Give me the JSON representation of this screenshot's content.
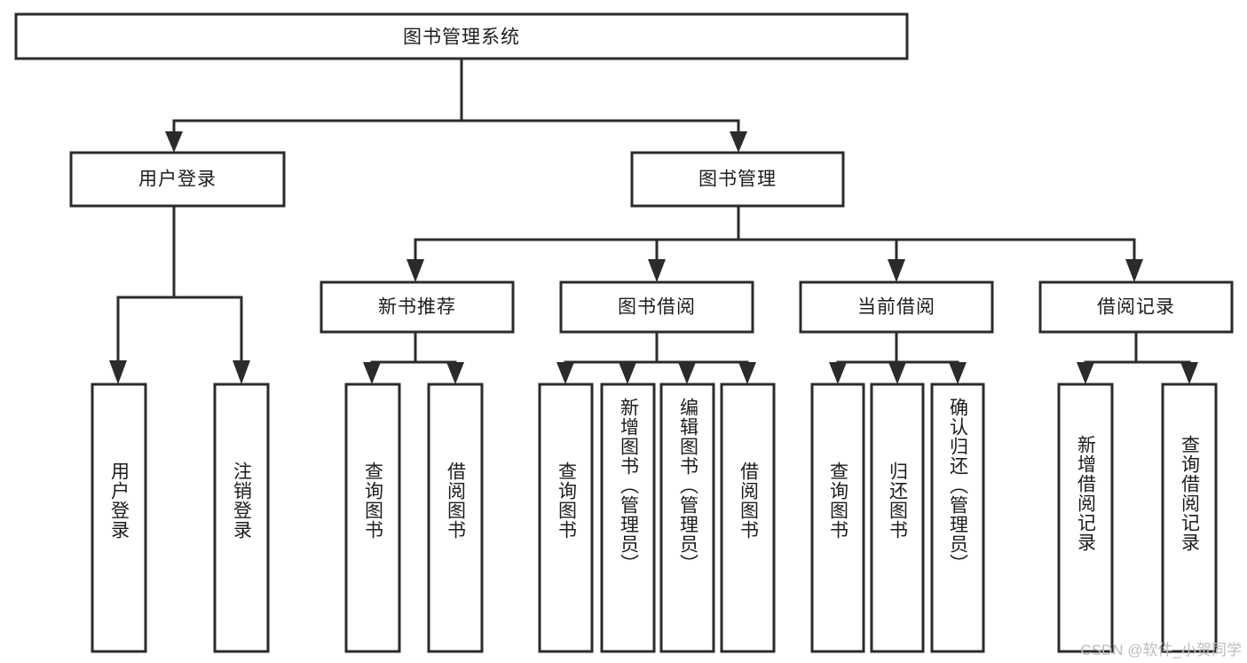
{
  "diagram": {
    "title": "图书管理系统",
    "type": "tree-hierarchy-diagram",
    "colors": {
      "background": "#ffffff",
      "stroke": "#2b2b2b",
      "box_fill": "#ffffff",
      "text": "#1c1c1c",
      "watermark": "#bdbdbd"
    },
    "root": {
      "label": "图书管理系统"
    },
    "level1": [
      {
        "label": "用户登录"
      },
      {
        "label": "图书管理"
      }
    ],
    "level2": [
      {
        "label": "新书推荐"
      },
      {
        "label": "图书借阅"
      },
      {
        "label": "当前借阅"
      },
      {
        "label": "借阅记录"
      }
    ],
    "leaves": {
      "user_login": [
        {
          "label": "用户登录"
        },
        {
          "label": "注销登录"
        }
      ],
      "new_book_recommend": [
        {
          "label": "查询图书"
        },
        {
          "label": "借阅图书"
        }
      ],
      "book_borrow": [
        {
          "label": "查询图书"
        },
        {
          "label": "新增图书（管理员）"
        },
        {
          "label": "编辑图书（管理员）"
        },
        {
          "label": "借阅图书"
        }
      ],
      "current_borrow": [
        {
          "label": "查询图书"
        },
        {
          "label": "归还图书"
        },
        {
          "label": "确认归还（管理员）"
        }
      ],
      "borrow_records": [
        {
          "label": "新增借阅记录"
        },
        {
          "label": "查询借阅记录"
        }
      ]
    }
  },
  "watermark": {
    "text": "CSDN @软件_小贺同学"
  }
}
